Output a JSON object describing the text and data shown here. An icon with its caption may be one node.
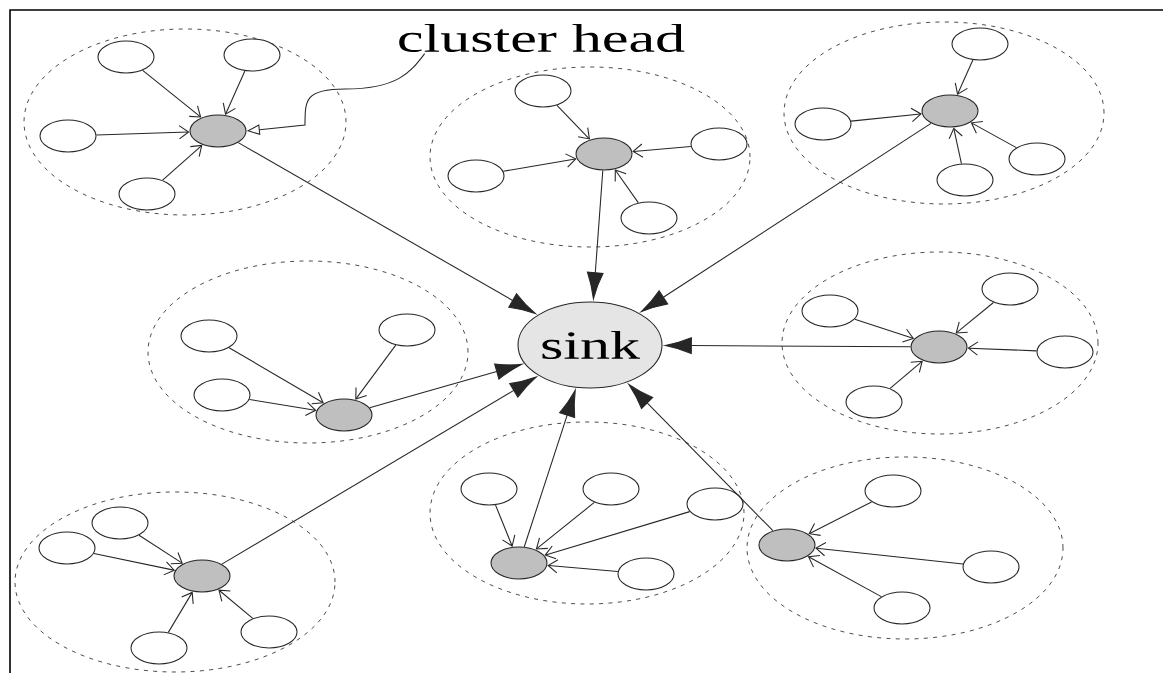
{
  "diagram": {
    "nodes": [
      {
        "text": [
          "cluster head"
        ]
      },
      {
        "text": [],
        "shape": "circle"
      },
      {
        "text": [],
        "shape": "circle",
        "in": 1
      },
      {
        "text": [],
        "shape": "circle",
        "in": 1
      },
      {
        "text": [],
        "shape": "circle",
        "in": 1
      },
      {
        "text": [],
        "shape": "circle",
        "in": 1
      },
      {
        "text": [],
        "shape": "circle",
        "in": 1
      },
      {
        "text": [],
        "shape": "circle"
      },
      {
        "text": [],
        "shape": "circle",
        "in": 7
      },
      {
        "text": [],
        "shape": "circle",
        "in": 7
      },
      {
        "text": [],
        "shape": "circle",
        "in": 7
      },
      {
        "text": [],
        "shape": "circle",
        "in": 7
      },
      {
        "text": [],
        "shape": "circle",
        "in": 7
      },
      {
        "text": [],
        "shape": "circle"
      },
      {
        "text": [],
        "shape": "circle",
        "in": 13
      },
      {
        "text": [],
        "shape": "circle",
        "in": 13
      },
      {
        "text": [],
        "shape": "circle",
        "in": 13
      },
      {
        "text": [],
        "shape": "circle",
        "in": 13
      },
      {
        "text": [],
        "shape": "circle",
        "in": 13
      },
      {
        "text": [],
        "shape": "circle"
      },
      {
        "text": [],
        "shape": "circle",
        "in": 19
      },
      {
        "text": [],
        "shape": "circle",
        "in": 19
      },
      {
        "text": [],
        "shape": "circle",
        "in": 19
      },
      {
        "text": [],
        "shape": "circle",
        "in": 19
      },
      {
        "text": [
          "sink"
        ]
      },
      {
        "text": [],
        "shape": "circle"
      },
      {
        "text": [],
        "shape": "circle",
        "in": 25
      },
      {
        "text": [],
        "shape": "circle",
        "in": 25
      },
      {
        "text": [],
        "shape": "circle",
        "in": 25
      },
      {
        "text": [],
        "shape": "circle",
        "in": 25
      },
      {
        "text": [],
        "shape": "circle",
        "in": 25
      },
      {
        "text": [],
        "shape": "circle"
      },
      {
        "text": [],
        "shape": "circle",
        "in": 31
      },
      {
        "text": [],
        "shape": "circle",
        "in": 31
      },
      {
        "text": [],
        "shape": "circle",
        "in": 31
      },
      {
        "text": [],
        "shape": "circle",
        "in": 31
      },
      {
        "text": [],
        "shape": "circle",
        "in": 31
      },
      {
        "text": [],
        "shape": "circle"
      },
      {
        "text": [],
        "shape": "circle",
        "in": 37
      },
      {
        "text": [],
        "shape": "circle",
        "in": 37
      },
      {
        "text": [],
        "shape": "circle",
        "in": 37
      },
      {
        "text": [],
        "shape": "circle",
        "in": 37
      },
      {
        "text": [],
        "shape": "circle",
        "in": 37
      },
      {
        "text": [],
        "shape": "circle"
      },
      {
        "text": [],
        "shape": "circle",
        "in": 43
      },
      {
        "text": [],
        "shape": "circle",
        "in": 43
      },
      {
        "text": [],
        "shape": "circle",
        "in": 43
      },
      {
        "text": [],
        "shape": "circle",
        "in": 43
      }
    ],
    "edges": [
      {
        "from": 0,
        "to": 2,
        "arrow": "to"
      },
      {
        "from": 3,
        "to": 2,
        "arrow": "to"
      },
      {
        "from": 4,
        "to": 2,
        "arrow": "to"
      },
      {
        "from": 5,
        "to": 2,
        "arrow": "to"
      },
      {
        "from": 6,
        "to": 2,
        "arrow": "to"
      },
      {
        "from": 9,
        "to": 8,
        "arrow": "to"
      },
      {
        "from": 10,
        "to": 8,
        "arrow": "to"
      },
      {
        "from": 11,
        "to": 8,
        "arrow": "to"
      },
      {
        "from": 12,
        "to": 8,
        "arrow": "to"
      },
      {
        "from": 15,
        "to": 14,
        "arrow": "to"
      },
      {
        "from": 16,
        "to": 14,
        "arrow": "to"
      },
      {
        "from": 17,
        "to": 14,
        "arrow": "to"
      },
      {
        "from": 18,
        "to": 14,
        "arrow": "to"
      },
      {
        "from": 21,
        "to": 20,
        "arrow": "to"
      },
      {
        "from": 22,
        "to": 20,
        "arrow": "to"
      },
      {
        "from": 23,
        "to": 20,
        "arrow": "to"
      },
      {
        "from": 27,
        "to": 26,
        "arrow": "to"
      },
      {
        "from": 28,
        "to": 26,
        "arrow": "to"
      },
      {
        "from": 29,
        "to": 26,
        "arrow": "to"
      },
      {
        "from": 30,
        "to": 26,
        "arrow": "to"
      },
      {
        "from": 33,
        "to": 32,
        "arrow": "to"
      },
      {
        "from": 34,
        "to": 32,
        "arrow": "to"
      },
      {
        "from": 35,
        "to": 32,
        "arrow": "to"
      },
      {
        "from": 36,
        "to": 32,
        "arrow": "to"
      },
      {
        "from": 39,
        "to": 38,
        "arrow": "to"
      },
      {
        "from": 40,
        "to": 38,
        "arrow": "to"
      },
      {
        "from": 41,
        "to": 38,
        "arrow": "to"
      },
      {
        "from": 42,
        "to": 38,
        "arrow": "to"
      },
      {
        "from": 45,
        "to": 44,
        "arrow": "to"
      },
      {
        "from": 46,
        "to": 44,
        "arrow": "to"
      },
      {
        "from": 47,
        "to": 44,
        "arrow": "to"
      },
      {
        "from": 2,
        "to": 24,
        "arrow": "to"
      },
      {
        "from": 8,
        "to": 24,
        "arrow": "to"
      },
      {
        "from": 14,
        "to": 24,
        "arrow": "to"
      },
      {
        "from": 20,
        "to": 24,
        "arrow": "to"
      },
      {
        "from": 26,
        "to": 24,
        "arrow": "to"
      },
      {
        "from": 32,
        "to": 24,
        "arrow": "to"
      },
      {
        "from": 38,
        "to": 24,
        "arrow": "to"
      },
      {
        "from": 44,
        "to": 24,
        "arrow": "to"
      }
    ]
  }
}
